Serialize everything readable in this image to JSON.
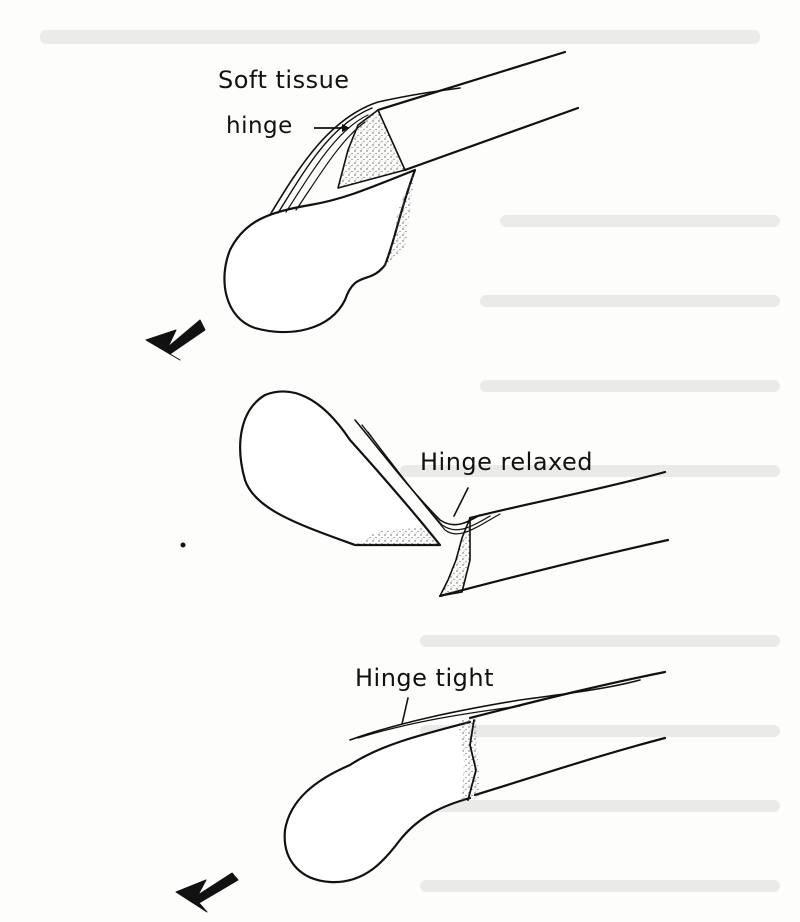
{
  "figure": {
    "panels": [
      {
        "labels": [
          "Soft tissue",
          "hinge"
        ]
      },
      {
        "labels": [
          "Hinge relaxed"
        ]
      },
      {
        "labels": [
          "Hinge tight"
        ]
      }
    ]
  },
  "colors": {
    "ink": "#111111",
    "paper": "#fdfdfb",
    "bleed": "#e9e9e9"
  }
}
